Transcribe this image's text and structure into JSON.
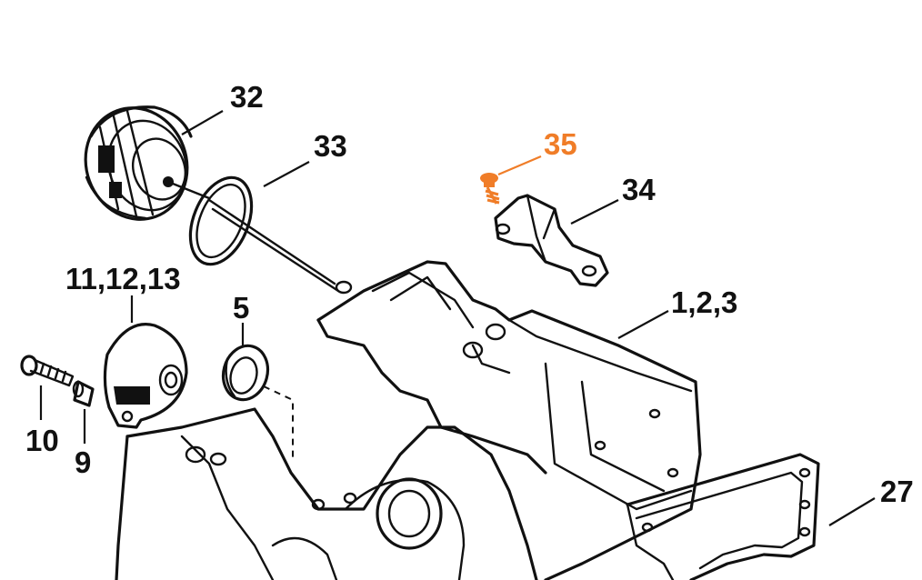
{
  "callouts": {
    "c32": "32",
    "c33": "33",
    "c35": "35",
    "c34": "34",
    "c11_12_13": "11,12,13",
    "c5": "5",
    "c1_2_3": "1,2,3",
    "c10": "10",
    "c9": "9",
    "c27": "27"
  },
  "colors": {
    "line": "#111111",
    "highlight": "#f07d28",
    "background": "#ffffff"
  }
}
